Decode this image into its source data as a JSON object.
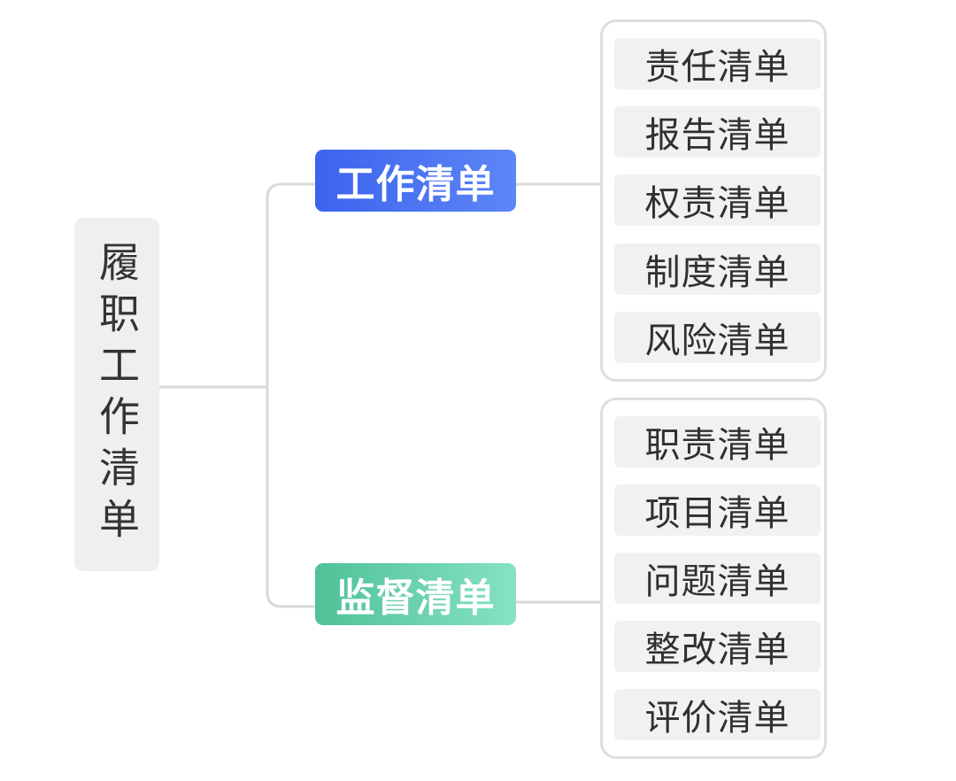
{
  "root": {
    "label": "履职工作清单"
  },
  "branches": [
    {
      "label": "工作清单",
      "color": "#3c63ee",
      "items": [
        "责任清单",
        "报告清单",
        "权责清单",
        "制度清单",
        "风险清单"
      ]
    },
    {
      "label": "监督清单",
      "color": "#4fc197",
      "items": [
        "职责清单",
        "项目清单",
        "问题清单",
        "整改清单",
        "评价清单"
      ]
    }
  ],
  "colors": {
    "connector": "#d9d9d9",
    "node_bg": "#f1f1f1",
    "group_border": "#dedede"
  }
}
